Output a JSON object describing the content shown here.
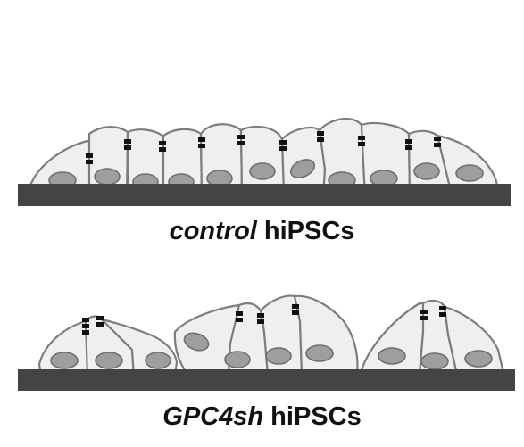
{
  "panels": {
    "top": {
      "italic": "control",
      "plain": " hiPSCs"
    },
    "bottom": {
      "italic": "GPC4sh",
      "plain": " hiPSCs"
    }
  },
  "colors": {
    "cell_fill": "#efefef",
    "cell_outline": "#7d7d7d",
    "nucleus": "#9e9e9e",
    "substrate": "#444444",
    "junction": "#111111"
  }
}
